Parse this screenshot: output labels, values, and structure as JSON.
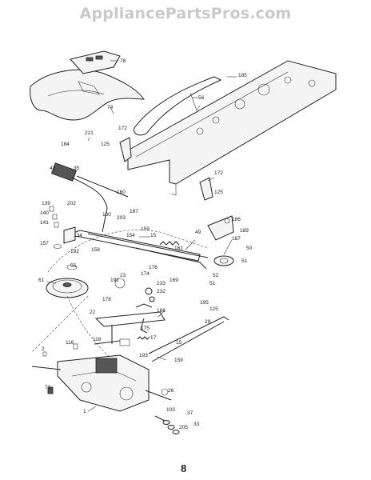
{
  "watermark": "AppliancePartsPros.com",
  "page_number": "8",
  "callouts": [
    "78",
    "74",
    "56",
    "185",
    "221",
    "172",
    "184",
    "125",
    "35",
    "42",
    "172",
    "125",
    "160",
    "202",
    "139",
    "160",
    "203",
    "167",
    "140",
    "186",
    "141",
    "134",
    "15",
    "159",
    "49",
    "189",
    "157",
    "192",
    "154",
    "161",
    "187",
    "55",
    "158",
    "50",
    "51",
    "176",
    "61",
    "192",
    "23",
    "174",
    "233",
    "169",
    "52",
    "232",
    "51",
    "178",
    "195",
    "125",
    "22",
    "166",
    "175",
    "17",
    "29",
    "15",
    "116",
    "118",
    "193",
    "159",
    "2",
    "26",
    "73",
    "103",
    "1",
    "37",
    "205",
    "33"
  ]
}
